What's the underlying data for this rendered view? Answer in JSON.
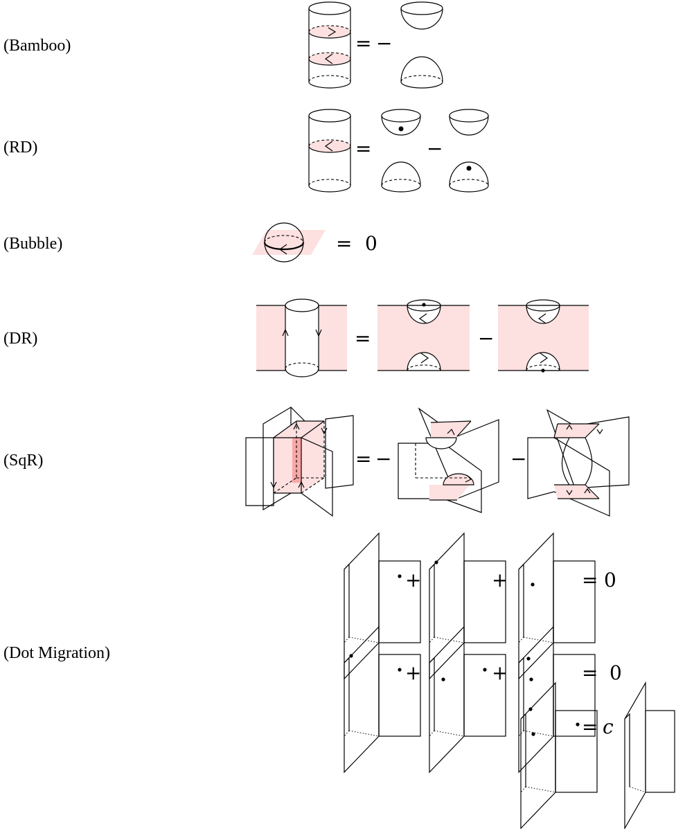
{
  "relations": [
    {
      "label": "(Bamboo)",
      "eq": "=",
      "rhs_sign": "−"
    },
    {
      "label": "(RD)",
      "eq": "=",
      "minus": "−"
    },
    {
      "label": "(Bubble)",
      "eq": "=",
      "rhs": "0"
    },
    {
      "label": "(DR)",
      "eq": "=",
      "minus": "−"
    },
    {
      "label": "(SqR)",
      "eq": "=",
      "rhs_sign": "−",
      "minus": "−"
    },
    {
      "label": "(Dot Migration)",
      "lines": [
        {
          "plus1": "+",
          "plus2": "+",
          "eq": "=",
          "rhs": "0"
        },
        {
          "plus1": "+",
          "plus2": "+",
          "eq": "=",
          "rhs": "0"
        },
        {
          "eq": "=",
          "coef": "c"
        }
      ]
    }
  ],
  "colors": {
    "pink": "#fde0e0",
    "pink_dark": "#f9a7a7",
    "ink": "#000000"
  }
}
